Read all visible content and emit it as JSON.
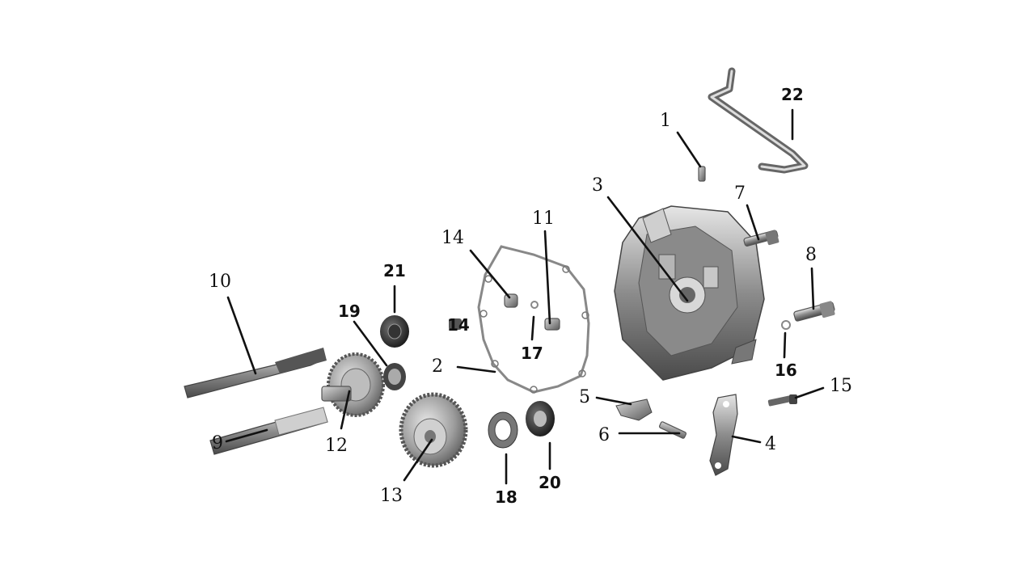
{
  "labels": {
    "l1": "1",
    "l2": "2",
    "l3": "3",
    "l4": "4",
    "l5": "5",
    "l6": "6",
    "l7": "7",
    "l8": "8",
    "l9": "9",
    "l10": "10",
    "l11": "11",
    "l12": "12",
    "l13": "13",
    "l14": "14",
    "l14b": "14",
    "l15": "15",
    "l16": "16",
    "l17": "17",
    "l18": "18",
    "l19": "19",
    "l20": "20",
    "l21": "21",
    "l22": "22"
  }
}
